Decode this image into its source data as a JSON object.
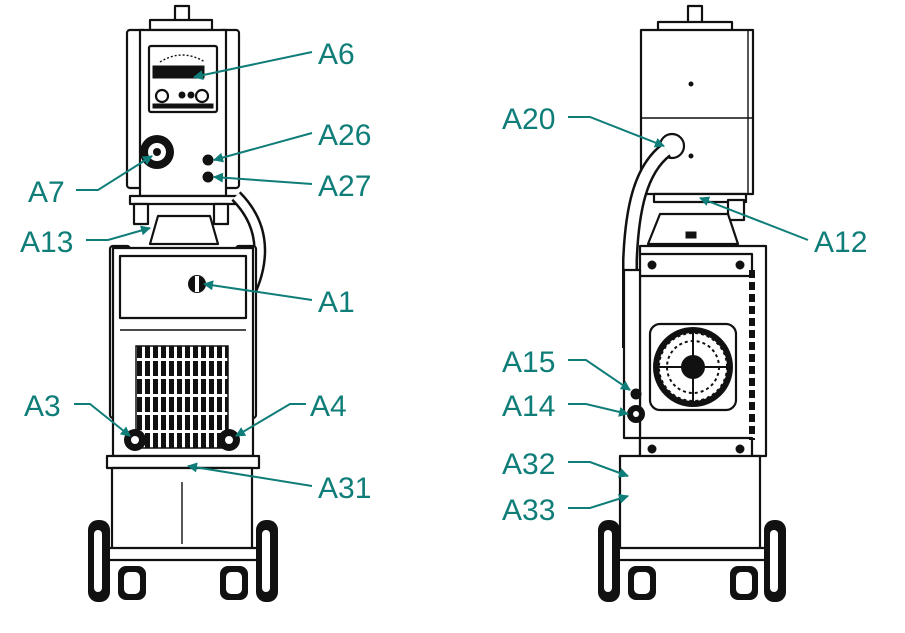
{
  "colors": {
    "callout": "#0f7d78",
    "line": "#111111",
    "background": "#ffffff"
  },
  "callouts_front": [
    {
      "label": "A6"
    },
    {
      "label": "A26"
    },
    {
      "label": "A27"
    },
    {
      "label": "A7"
    },
    {
      "label": "A13"
    },
    {
      "label": "A1"
    },
    {
      "label": "A3"
    },
    {
      "label": "A4"
    },
    {
      "label": "A31"
    }
  ],
  "callouts_back": [
    {
      "label": "A20"
    },
    {
      "label": "A12"
    },
    {
      "label": "A15"
    },
    {
      "label": "A14"
    },
    {
      "label": "A32"
    },
    {
      "label": "A33"
    }
  ]
}
